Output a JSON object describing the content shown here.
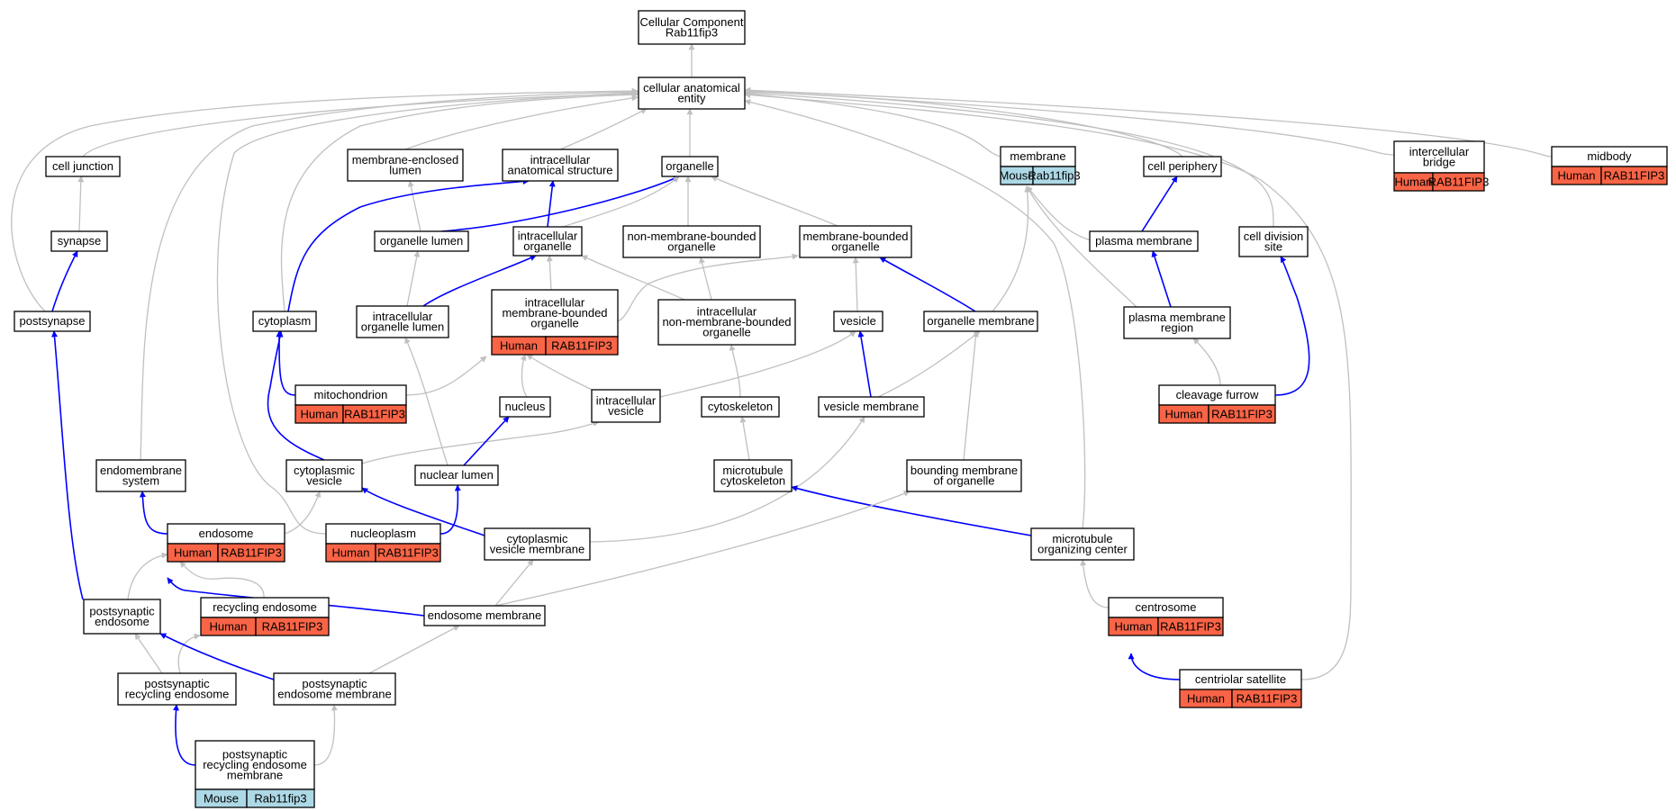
{
  "colors": {
    "gray_edge": "#c0c0c0",
    "blue_edge": "#0000ff",
    "human_tag": "#fa6446",
    "mouse_tag": "#add8e6",
    "node_fill": "#ffffff",
    "node_border": "#000000"
  },
  "nodes": [
    {
      "id": "root",
      "lines": [
        "Cellular Component",
        "Rab11fip3"
      ]
    },
    {
      "id": "cae",
      "lines": [
        "cellular anatomical",
        "entity"
      ]
    },
    {
      "id": "cell_junction",
      "lines": [
        "cell junction"
      ]
    },
    {
      "id": "mel",
      "lines": [
        "membrane-enclosed",
        "lumen"
      ]
    },
    {
      "id": "ias",
      "lines": [
        "intracellular",
        "anatomical structure"
      ]
    },
    {
      "id": "organelle",
      "lines": [
        "organelle"
      ]
    },
    {
      "id": "membrane",
      "lines": [
        "membrane"
      ],
      "tags": [
        {
          "species": "Mouse",
          "gene": "Rab11fip3"
        }
      ]
    },
    {
      "id": "cell_periphery",
      "lines": [
        "cell periphery"
      ]
    },
    {
      "id": "intercellular_bridge",
      "lines": [
        "intercellular",
        "bridge"
      ],
      "tags": [
        {
          "species": "Human",
          "gene": "RAB11FIP3"
        }
      ]
    },
    {
      "id": "midbody",
      "lines": [
        "midbody"
      ],
      "tags": [
        {
          "species": "Human",
          "gene": "RAB11FIP3"
        }
      ]
    },
    {
      "id": "synapse",
      "lines": [
        "synapse"
      ]
    },
    {
      "id": "organelle_lumen",
      "lines": [
        "organelle lumen"
      ]
    },
    {
      "id": "intracellular_organelle",
      "lines": [
        "intracellular",
        "organelle"
      ]
    },
    {
      "id": "nmbo",
      "lines": [
        "non-membrane-bounded",
        "organelle"
      ]
    },
    {
      "id": "mbo",
      "lines": [
        "membrane-bounded",
        "organelle"
      ]
    },
    {
      "id": "plasma_membrane",
      "lines": [
        "plasma membrane"
      ]
    },
    {
      "id": "cell_division_site",
      "lines": [
        "cell division",
        "site"
      ]
    },
    {
      "id": "postsynapse",
      "lines": [
        "postsynapse"
      ]
    },
    {
      "id": "cytoplasm",
      "lines": [
        "cytoplasm"
      ]
    },
    {
      "id": "iol",
      "lines": [
        "intracellular",
        "organelle lumen"
      ]
    },
    {
      "id": "imbo",
      "lines": [
        "intracellular",
        "membrane-bounded",
        "organelle"
      ],
      "tags": [
        {
          "species": "Human",
          "gene": "RAB11FIP3"
        }
      ]
    },
    {
      "id": "inmbo",
      "lines": [
        "intracellular",
        "non-membrane-bounded",
        "organelle"
      ]
    },
    {
      "id": "vesicle",
      "lines": [
        "vesicle"
      ]
    },
    {
      "id": "organelle_membrane",
      "lines": [
        "organelle membrane"
      ]
    },
    {
      "id": "pmr",
      "lines": [
        "plasma membrane",
        "region"
      ]
    },
    {
      "id": "mitochondrion",
      "lines": [
        "mitochondrion"
      ],
      "tags": [
        {
          "species": "Human",
          "gene": "RAB11FIP3"
        }
      ]
    },
    {
      "id": "nucleus",
      "lines": [
        "nucleus"
      ]
    },
    {
      "id": "intracellular_vesicle",
      "lines": [
        "intracellular",
        "vesicle"
      ]
    },
    {
      "id": "cytoskeleton",
      "lines": [
        "cytoskeleton"
      ]
    },
    {
      "id": "vesicle_membrane",
      "lines": [
        "vesicle membrane"
      ]
    },
    {
      "id": "cleavage_furrow",
      "lines": [
        "cleavage furrow"
      ],
      "tags": [
        {
          "species": "Human",
          "gene": "RAB11FIP3"
        }
      ]
    },
    {
      "id": "endomembrane_system",
      "lines": [
        "endomembrane",
        "system"
      ]
    },
    {
      "id": "cytoplasmic_vesicle",
      "lines": [
        "cytoplasmic",
        "vesicle"
      ]
    },
    {
      "id": "nuclear_lumen",
      "lines": [
        "nuclear lumen"
      ]
    },
    {
      "id": "microtubule_cytoskeleton",
      "lines": [
        "microtubule",
        "cytoskeleton"
      ]
    },
    {
      "id": "bmo",
      "lines": [
        "bounding membrane",
        "of organelle"
      ]
    },
    {
      "id": "endosome",
      "lines": [
        "endosome"
      ],
      "tags": [
        {
          "species": "Human",
          "gene": "RAB11FIP3"
        }
      ]
    },
    {
      "id": "nucleoplasm",
      "lines": [
        "nucleoplasm"
      ],
      "tags": [
        {
          "species": "Human",
          "gene": "RAB11FIP3"
        }
      ]
    },
    {
      "id": "cvm",
      "lines": [
        "cytoplasmic",
        "vesicle membrane"
      ]
    },
    {
      "id": "mtoc",
      "lines": [
        "microtubule",
        "organizing center"
      ]
    },
    {
      "id": "postsynaptic_endosome",
      "lines": [
        "postsynaptic",
        "endosome"
      ]
    },
    {
      "id": "recycling_endosome",
      "lines": [
        "recycling endosome"
      ],
      "tags": [
        {
          "species": "Human",
          "gene": "RAB11FIP3"
        }
      ]
    },
    {
      "id": "endosome_membrane",
      "lines": [
        "endosome membrane"
      ]
    },
    {
      "id": "centrosome",
      "lines": [
        "centrosome"
      ],
      "tags": [
        {
          "species": "Human",
          "gene": "RAB11FIP3"
        }
      ]
    },
    {
      "id": "pre",
      "lines": [
        "postsynaptic",
        "recycling endosome"
      ]
    },
    {
      "id": "pem",
      "lines": [
        "postsynaptic",
        "endosome membrane"
      ]
    },
    {
      "id": "centriolar_satellite",
      "lines": [
        "centriolar satellite"
      ],
      "tags": [
        {
          "species": "Human",
          "gene": "RAB11FIP3"
        }
      ]
    },
    {
      "id": "prem",
      "lines": [
        "postsynaptic",
        "recycling endosome",
        "membrane"
      ],
      "tags": [
        {
          "species": "Mouse",
          "gene": "Rab11fip3"
        }
      ]
    }
  ],
  "edges": [
    {
      "from": "cae",
      "to": "root",
      "kind": "is_a"
    },
    {
      "from": "cell_junction",
      "to": "cae",
      "kind": "is_a"
    },
    {
      "from": "mel",
      "to": "cae",
      "kind": "is_a"
    },
    {
      "from": "ias",
      "to": "cae",
      "kind": "is_a"
    },
    {
      "from": "organelle",
      "to": "cae",
      "kind": "is_a"
    },
    {
      "from": "membrane",
      "to": "cae",
      "kind": "is_a"
    },
    {
      "from": "cell_periphery",
      "to": "cae",
      "kind": "is_a"
    },
    {
      "from": "intercellular_bridge",
      "to": "cae",
      "kind": "is_a"
    },
    {
      "from": "midbody",
      "to": "cae",
      "kind": "is_a"
    },
    {
      "from": "cell_division_site",
      "to": "cae",
      "kind": "is_a"
    },
    {
      "from": "postsynapse",
      "to": "cae",
      "kind": "is_a"
    },
    {
      "from": "cytoplasm",
      "to": "cae",
      "kind": "is_a"
    },
    {
      "from": "endomembrane_system",
      "to": "cae",
      "kind": "is_a"
    },
    {
      "from": "nucleoplasm",
      "to": "cae",
      "kind": "is_a"
    },
    {
      "from": "mtoc",
      "to": "cae",
      "kind": "is_a"
    },
    {
      "from": "centriolar_satellite",
      "to": "cae",
      "kind": "is_a"
    },
    {
      "from": "synapse",
      "to": "cell_junction",
      "kind": "is_a"
    },
    {
      "from": "postsynapse",
      "to": "synapse",
      "kind": "part_of"
    },
    {
      "from": "organelle_lumen",
      "to": "mel",
      "kind": "is_a"
    },
    {
      "from": "organelle_lumen",
      "to": "organelle",
      "kind": "part_of"
    },
    {
      "from": "intracellular_organelle",
      "to": "ias",
      "kind": "part_of"
    },
    {
      "from": "intracellular_organelle",
      "to": "organelle",
      "kind": "is_a"
    },
    {
      "from": "nmbo",
      "to": "organelle",
      "kind": "is_a"
    },
    {
      "from": "mbo",
      "to": "organelle",
      "kind": "is_a"
    },
    {
      "from": "cytoplasm",
      "to": "ias",
      "kind": "part_of"
    },
    {
      "from": "plasma_membrane",
      "to": "cell_periphery",
      "kind": "part_of"
    },
    {
      "from": "plasma_membrane",
      "to": "membrane",
      "kind": "is_a"
    },
    {
      "from": "iol",
      "to": "organelle_lumen",
      "kind": "is_a"
    },
    {
      "from": "iol",
      "to": "intracellular_organelle",
      "kind": "part_of"
    },
    {
      "from": "imbo",
      "to": "intracellular_organelle",
      "kind": "is_a"
    },
    {
      "from": "imbo",
      "to": "mbo",
      "kind": "is_a"
    },
    {
      "from": "inmbo",
      "to": "intracellular_organelle",
      "kind": "is_a"
    },
    {
      "from": "inmbo",
      "to": "nmbo",
      "kind": "is_a"
    },
    {
      "from": "vesicle",
      "to": "mbo",
      "kind": "is_a"
    },
    {
      "from": "organelle_membrane",
      "to": "mbo",
      "kind": "part_of"
    },
    {
      "from": "organelle_membrane",
      "to": "membrane",
      "kind": "is_a"
    },
    {
      "from": "pmr",
      "to": "plasma_membrane",
      "kind": "part_of"
    },
    {
      "from": "pmr",
      "to": "membrane",
      "kind": "is_a"
    },
    {
      "from": "mitochondrion",
      "to": "imbo",
      "kind": "is_a"
    },
    {
      "from": "mitochondrion",
      "to": "cytoplasm",
      "kind": "part_of"
    },
    {
      "from": "nucleus",
      "to": "imbo",
      "kind": "is_a"
    },
    {
      "from": "intracellular_vesicle",
      "to": "imbo",
      "kind": "is_a"
    },
    {
      "from": "intracellular_vesicle",
      "to": "vesicle",
      "kind": "is_a"
    },
    {
      "from": "cytoskeleton",
      "to": "inmbo",
      "kind": "is_a"
    },
    {
      "from": "vesicle_membrane",
      "to": "vesicle",
      "kind": "part_of"
    },
    {
      "from": "vesicle_membrane",
      "to": "organelle_membrane",
      "kind": "is_a"
    },
    {
      "from": "cleavage_furrow",
      "to": "pmr",
      "kind": "is_a"
    },
    {
      "from": "cleavage_furrow",
      "to": "cell_division_site",
      "kind": "part_of"
    },
    {
      "from": "cytoplasmic_vesicle",
      "to": "cytoplasm",
      "kind": "part_of"
    },
    {
      "from": "cytoplasmic_vesicle",
      "to": "intracellular_vesicle",
      "kind": "is_a"
    },
    {
      "from": "nuclear_lumen",
      "to": "nucleus",
      "kind": "part_of"
    },
    {
      "from": "nuclear_lumen",
      "to": "iol",
      "kind": "is_a"
    },
    {
      "from": "microtubule_cytoskeleton",
      "to": "cytoskeleton",
      "kind": "is_a"
    },
    {
      "from": "bmo",
      "to": "organelle_membrane",
      "kind": "is_a"
    },
    {
      "from": "endosome",
      "to": "endomembrane_system",
      "kind": "part_of"
    },
    {
      "from": "endosome",
      "to": "cytoplasmic_vesicle",
      "kind": "is_a"
    },
    {
      "from": "nucleoplasm",
      "to": "nuclear_lumen",
      "kind": "part_of"
    },
    {
      "from": "cvm",
      "to": "cytoplasmic_vesicle",
      "kind": "part_of"
    },
    {
      "from": "cvm",
      "to": "vesicle_membrane",
      "kind": "is_a"
    },
    {
      "from": "mtoc",
      "to": "microtubule_cytoskeleton",
      "kind": "part_of"
    },
    {
      "from": "postsynaptic_endosome",
      "to": "postsynapse",
      "kind": "part_of"
    },
    {
      "from": "postsynaptic_endosome",
      "to": "endosome",
      "kind": "is_a"
    },
    {
      "from": "recycling_endosome",
      "to": "endosome",
      "kind": "is_a"
    },
    {
      "from": "endosome_membrane",
      "to": "endosome",
      "kind": "part_of"
    },
    {
      "from": "endosome_membrane",
      "to": "cvm",
      "kind": "is_a"
    },
    {
      "from": "endosome_membrane",
      "to": "bmo",
      "kind": "is_a"
    },
    {
      "from": "centrosome",
      "to": "mtoc",
      "kind": "is_a"
    },
    {
      "from": "pre",
      "to": "postsynaptic_endosome",
      "kind": "is_a"
    },
    {
      "from": "pre",
      "to": "recycling_endosome",
      "kind": "is_a"
    },
    {
      "from": "pem",
      "to": "postsynaptic_endosome",
      "kind": "part_of"
    },
    {
      "from": "pem",
      "to": "endosome_membrane",
      "kind": "is_a"
    },
    {
      "from": "centriolar_satellite",
      "to": "centrosome",
      "kind": "part_of"
    },
    {
      "from": "prem",
      "to": "pre",
      "kind": "part_of"
    },
    {
      "from": "prem",
      "to": "pem",
      "kind": "is_a"
    }
  ]
}
